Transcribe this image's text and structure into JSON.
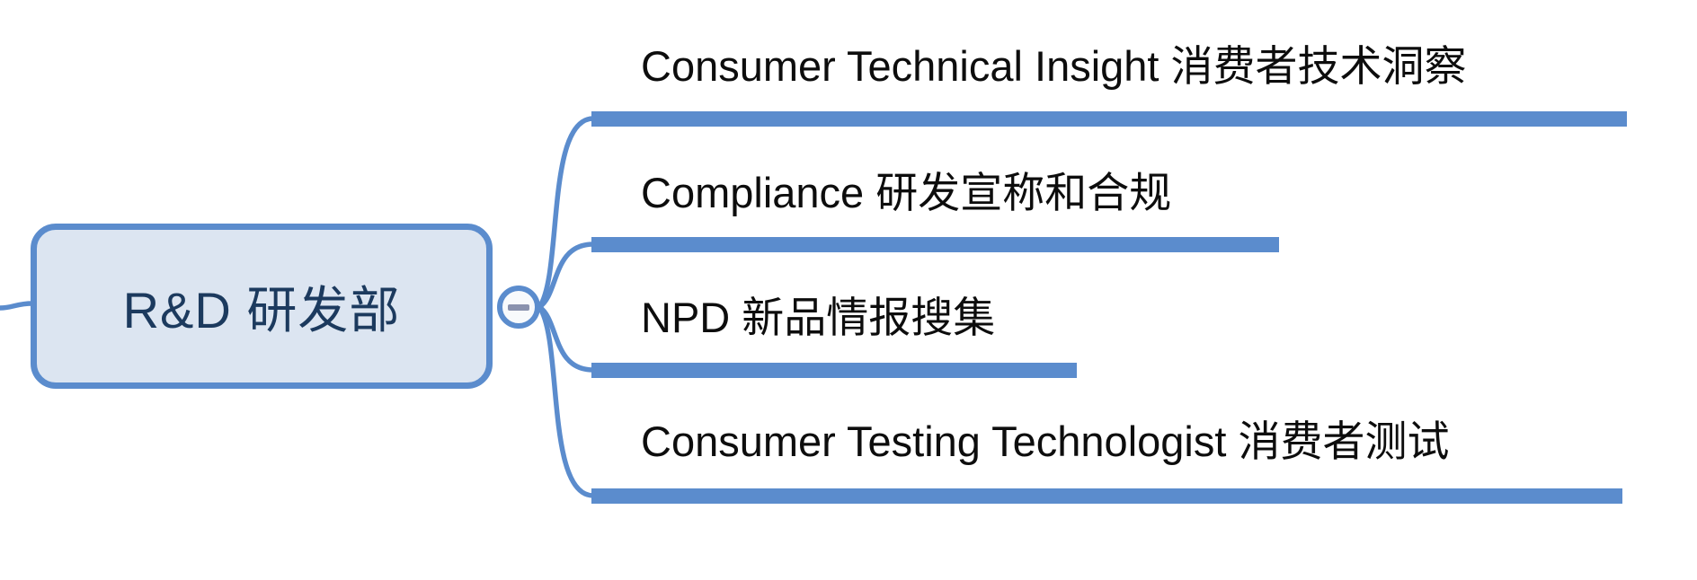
{
  "diagram": {
    "type": "mindmap",
    "background_color": "#ffffff",
    "accent_color": "#5b8ccd",
    "root_node": {
      "label": "R&D 研发部",
      "fill_color": "#dce5f1",
      "border_color": "#5b8ccd",
      "text_color": "#1c3a5e"
    },
    "collapse_button": {
      "state": "expanded",
      "symbol": "minus",
      "symbol_color": "#8a92ae"
    },
    "branches": [
      {
        "label": "Consumer Technical Insight 消费者技术洞察"
      },
      {
        "label": "Compliance 研发宣称和合规"
      },
      {
        "label": "NPD 新品情报搜集"
      },
      {
        "label": "Consumer Testing Technologist 消费者测试"
      }
    ],
    "branch_text_color": "#0d0d0d"
  }
}
